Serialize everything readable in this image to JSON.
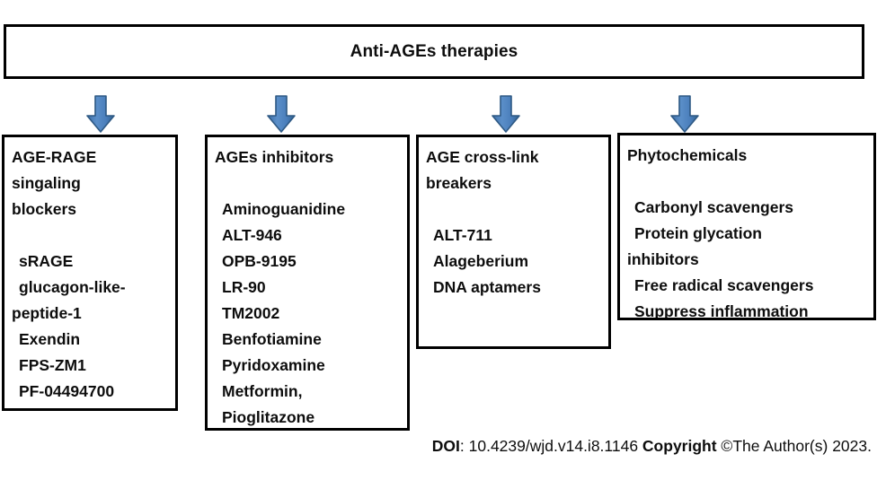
{
  "figure": {
    "title": "Anti-AGEs therapies",
    "arrow_color": "#4a7ebb",
    "arrow_border_color": "#2e5984",
    "box_border_color": "#000000",
    "text_color": "#0d0d0d",
    "arrow_icon_name": "down-arrow-icon"
  },
  "columns": [
    {
      "heading": "AGE-RAGE\nsingaling\nblockers",
      "items": [
        "sRAGE",
        "glucagon-like-\npeptide-1",
        "Exendin",
        "FPS-ZM1",
        "PF-04494700"
      ]
    },
    {
      "heading": "AGEs inhibitors",
      "items": [
        "Aminoguanidine",
        "ALT-946",
        "OPB-9195",
        "LR-90",
        "TM2002",
        "Benfotiamine",
        "Pyridoxamine",
        "Metformin,",
        "Pioglitazone"
      ]
    },
    {
      "heading": "AGE cross-link\nbreakers",
      "items": [
        "ALT-711",
        "Alageberium",
        "DNA aptamers"
      ]
    },
    {
      "heading": "Phytochemicals",
      "items": [
        "Carbonyl scavengers",
        "Protein glycation\ninhibitors",
        "Free radical scavengers",
        "Suppress inflammation"
      ]
    }
  ],
  "footer": {
    "doi_label": "DOI",
    "doi_value": ": 10.4239/wjd.v14.i8.1146 ",
    "copyright_label": "Copyright",
    "copyright_value": " ©The Author(s) 2023."
  }
}
